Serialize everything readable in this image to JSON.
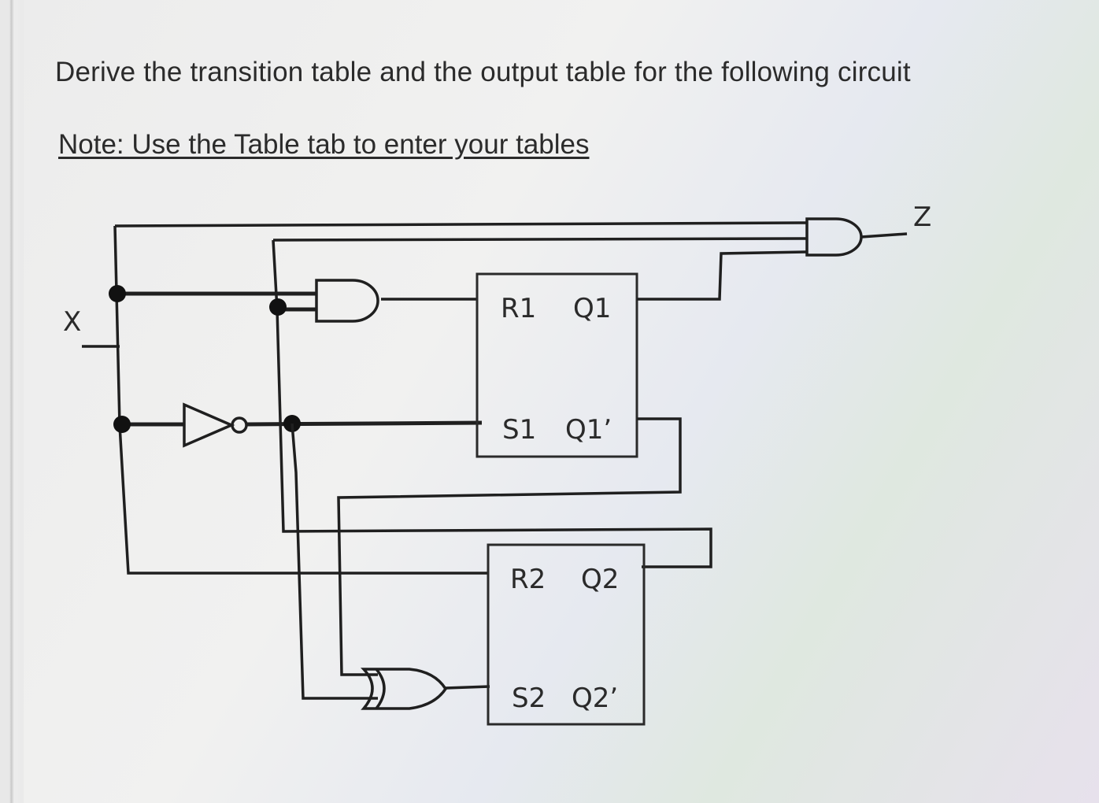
{
  "question": "Derive the transition table and the output table for the following circuit",
  "note": "Note: Use the Table tab to enter your tables",
  "circuit": {
    "input_label": "X",
    "output_label": "Z",
    "flipflop1": {
      "r": "R1",
      "q": "Q1",
      "s": "S1",
      "qbar": "Q1’"
    },
    "flipflop2": {
      "r": "R2",
      "q": "Q2",
      "s": "S2",
      "qbar": "Q2’"
    }
  }
}
